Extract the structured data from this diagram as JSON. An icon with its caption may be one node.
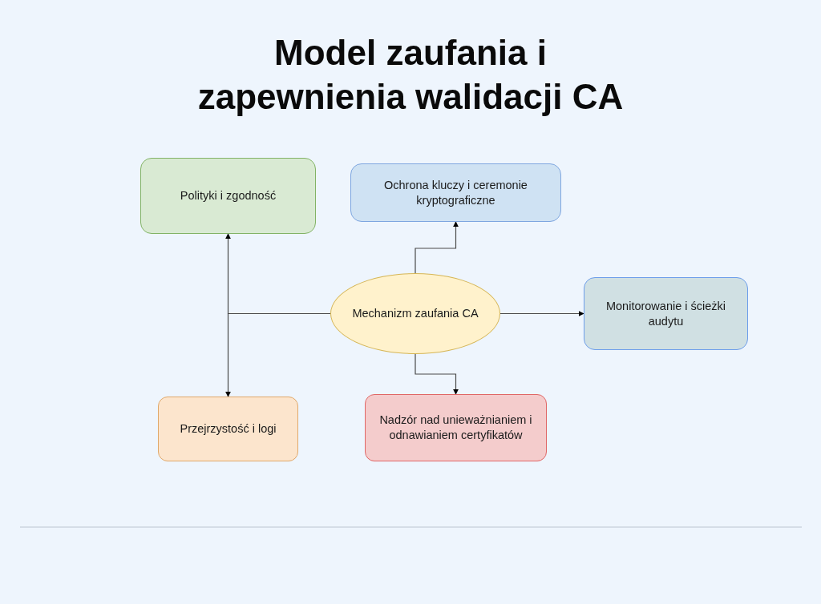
{
  "diagram": {
    "title": "Model zaufania i zapewnienia walidacji CA",
    "nodes": [
      {
        "text": [
          "Polityki i zgodność"
        ]
      },
      {
        "text": [
          "Ochrona kluczy i ceremonie kryptograficzne"
        ]
      },
      {
        "text": [
          "Mechanizm zaufania CA"
        ]
      },
      {
        "text": [
          "Monitorowanie i ścieżki audytu"
        ]
      },
      {
        "text": [
          "Przejrzystość i logi"
        ]
      },
      {
        "text": [
          "Nadzór nad unieważnianiem i odnawianiem certyfikatów"
        ]
      }
    ],
    "edges": [
      {
        "from": 2,
        "to": 0,
        "arrow": "to"
      },
      {
        "from": 2,
        "to": 4,
        "arrow": "to"
      },
      {
        "from": 2,
        "to": 1,
        "arrow": "to"
      },
      {
        "from": 2,
        "to": 3,
        "arrow": "to"
      },
      {
        "from": 2,
        "to": 5,
        "arrow": "to"
      }
    ]
  }
}
